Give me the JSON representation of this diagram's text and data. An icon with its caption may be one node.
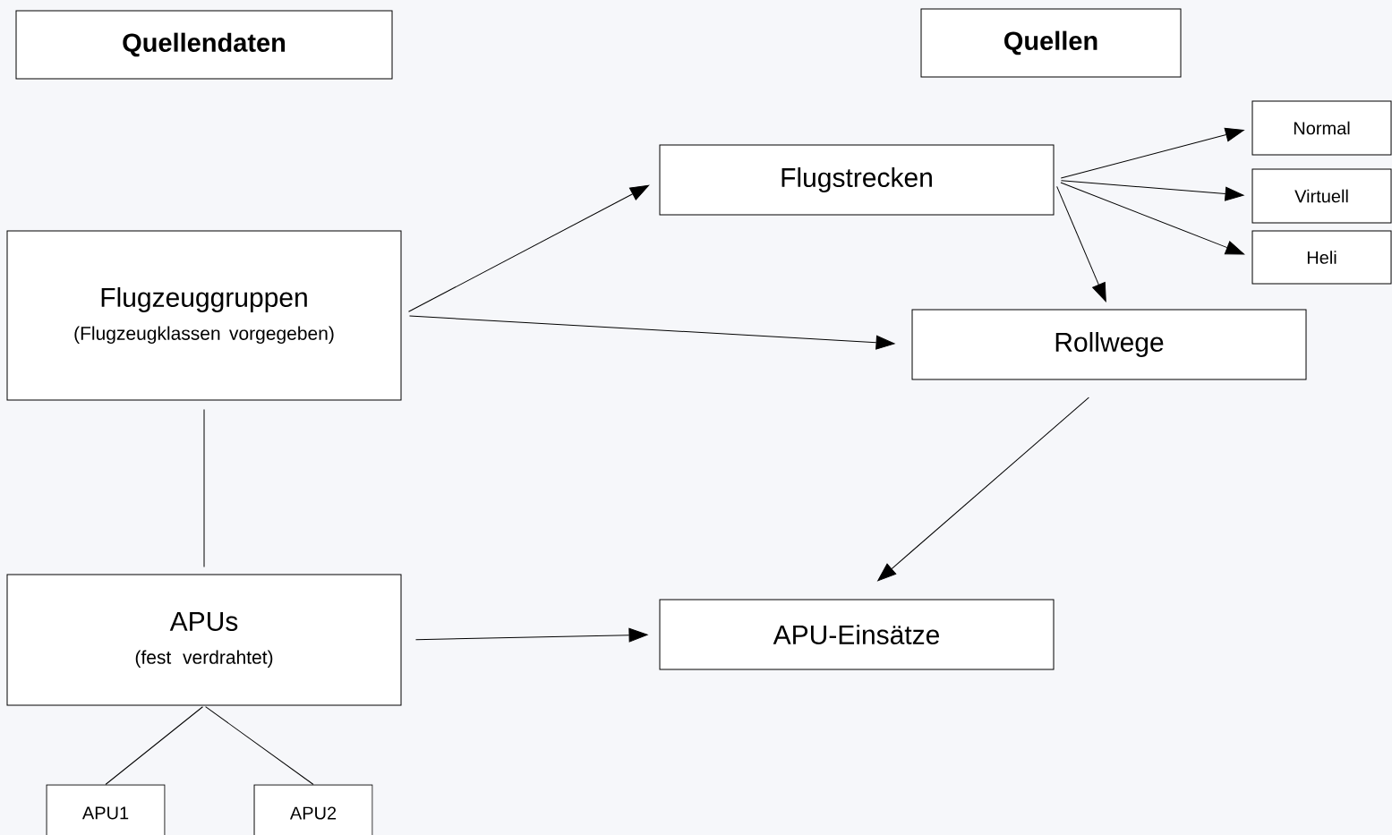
{
  "diagram": {
    "nodes": [
      {
        "text": [
          "Quellendaten"
        ]
      },
      {
        "text": [
          "Quellen"
        ]
      },
      {
        "text": [
          "Flugzeuggruppen",
          "(Flugzeugklassen vorgegeben)"
        ]
      },
      {
        "text": [
          "Flugstrecken"
        ]
      },
      {
        "text": [
          "Normal"
        ]
      },
      {
        "text": [
          "Virtuell"
        ]
      },
      {
        "text": [
          "Heli"
        ]
      },
      {
        "text": [
          "Rollwege"
        ]
      },
      {
        "text": [
          "APUs",
          "(fest verdrahtet)"
        ]
      },
      {
        "text": [
          "APU-Einsätze"
        ]
      },
      {
        "text": [
          "APU1"
        ]
      },
      {
        "text": [
          "APU2"
        ]
      }
    ],
    "edges": [
      {
        "from": 2,
        "to": 3,
        "arrow": "to"
      },
      {
        "from": 2,
        "to": 7,
        "arrow": "to"
      },
      {
        "from": 3,
        "to": 4,
        "arrow": "to"
      },
      {
        "from": 3,
        "to": 5,
        "arrow": "to"
      },
      {
        "from": 3,
        "to": 6,
        "arrow": "to"
      },
      {
        "from": 3,
        "to": 7,
        "arrow": "to"
      },
      {
        "from": 7,
        "to": 9,
        "arrow": "to"
      },
      {
        "from": 2,
        "to": 8,
        "arrow": "none"
      },
      {
        "from": 8,
        "to": 9,
        "arrow": "to"
      },
      {
        "from": 8,
        "to": 10,
        "arrow": "none"
      },
      {
        "from": 8,
        "to": 11,
        "arrow": "none"
      }
    ]
  }
}
